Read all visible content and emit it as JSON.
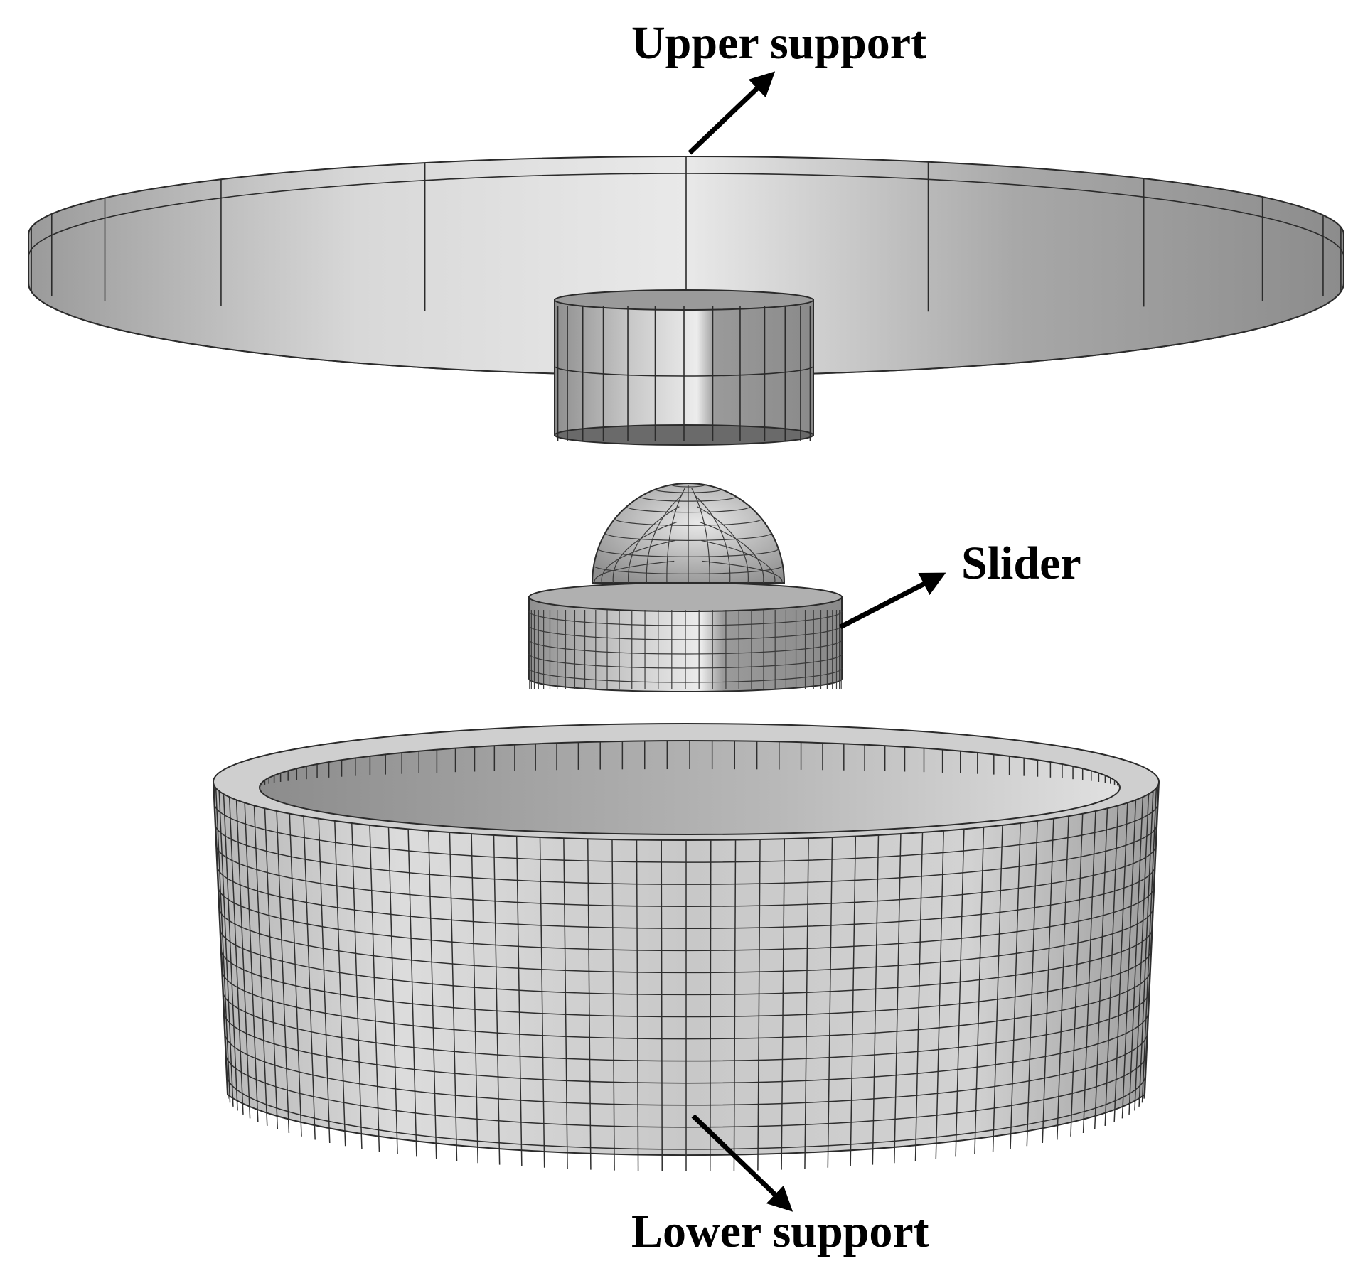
{
  "labels": {
    "upper_support": "Upper support",
    "slider": "Slider",
    "lower_support": "Lower support"
  },
  "colors": {
    "mesh_line": "#2b2b2b",
    "surface_light": "#e6e6e6",
    "surface_mid": "#bdbdbd",
    "surface_dark": "#8f8f8f",
    "arrow": "#000000",
    "text": "#000000",
    "background": "#ffffff"
  }
}
